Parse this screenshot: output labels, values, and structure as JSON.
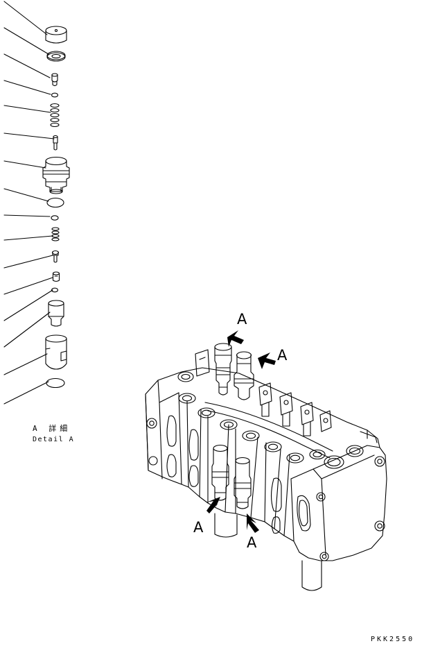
{
  "detail": {
    "label_jp": "A 詳細",
    "label_en": "Detail A"
  },
  "callouts": [
    "A",
    "A",
    "A",
    "A"
  ],
  "drawing_code": "PKK2550",
  "icons": [
    "valve-section-diagram",
    "arrow-icon"
  ]
}
